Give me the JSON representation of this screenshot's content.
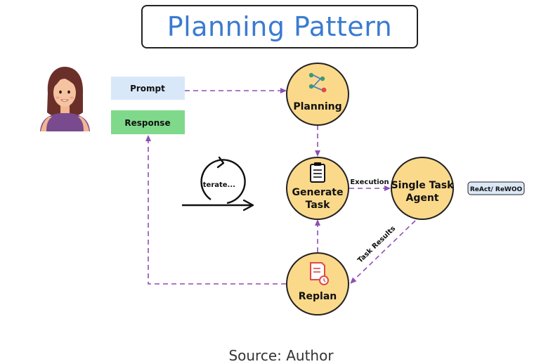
{
  "title": "Planning Pattern",
  "source_caption": "Source: Author",
  "prompt_label": "Prompt",
  "response_label": "Response",
  "nodes": {
    "planning": "Planning",
    "generate_task": [
      "Generate",
      "Task"
    ],
    "single_task_agent": [
      "Single Task",
      "Agent"
    ],
    "replan": "Replan"
  },
  "iterate_label": "Iterate...",
  "edge_labels": {
    "execution": "Execution",
    "task_results": "Task Results"
  },
  "badge": "ReAct/ ReWOO",
  "colors": {
    "title": "#3a7bd0",
    "node_fill": "#fbd98b",
    "node_stroke": "#222222",
    "arrow": "#8e4fb3",
    "prompt_fill": "#d9e8f8",
    "response_fill": "#7fd98a",
    "badge_fill": "#dbe8f8"
  }
}
